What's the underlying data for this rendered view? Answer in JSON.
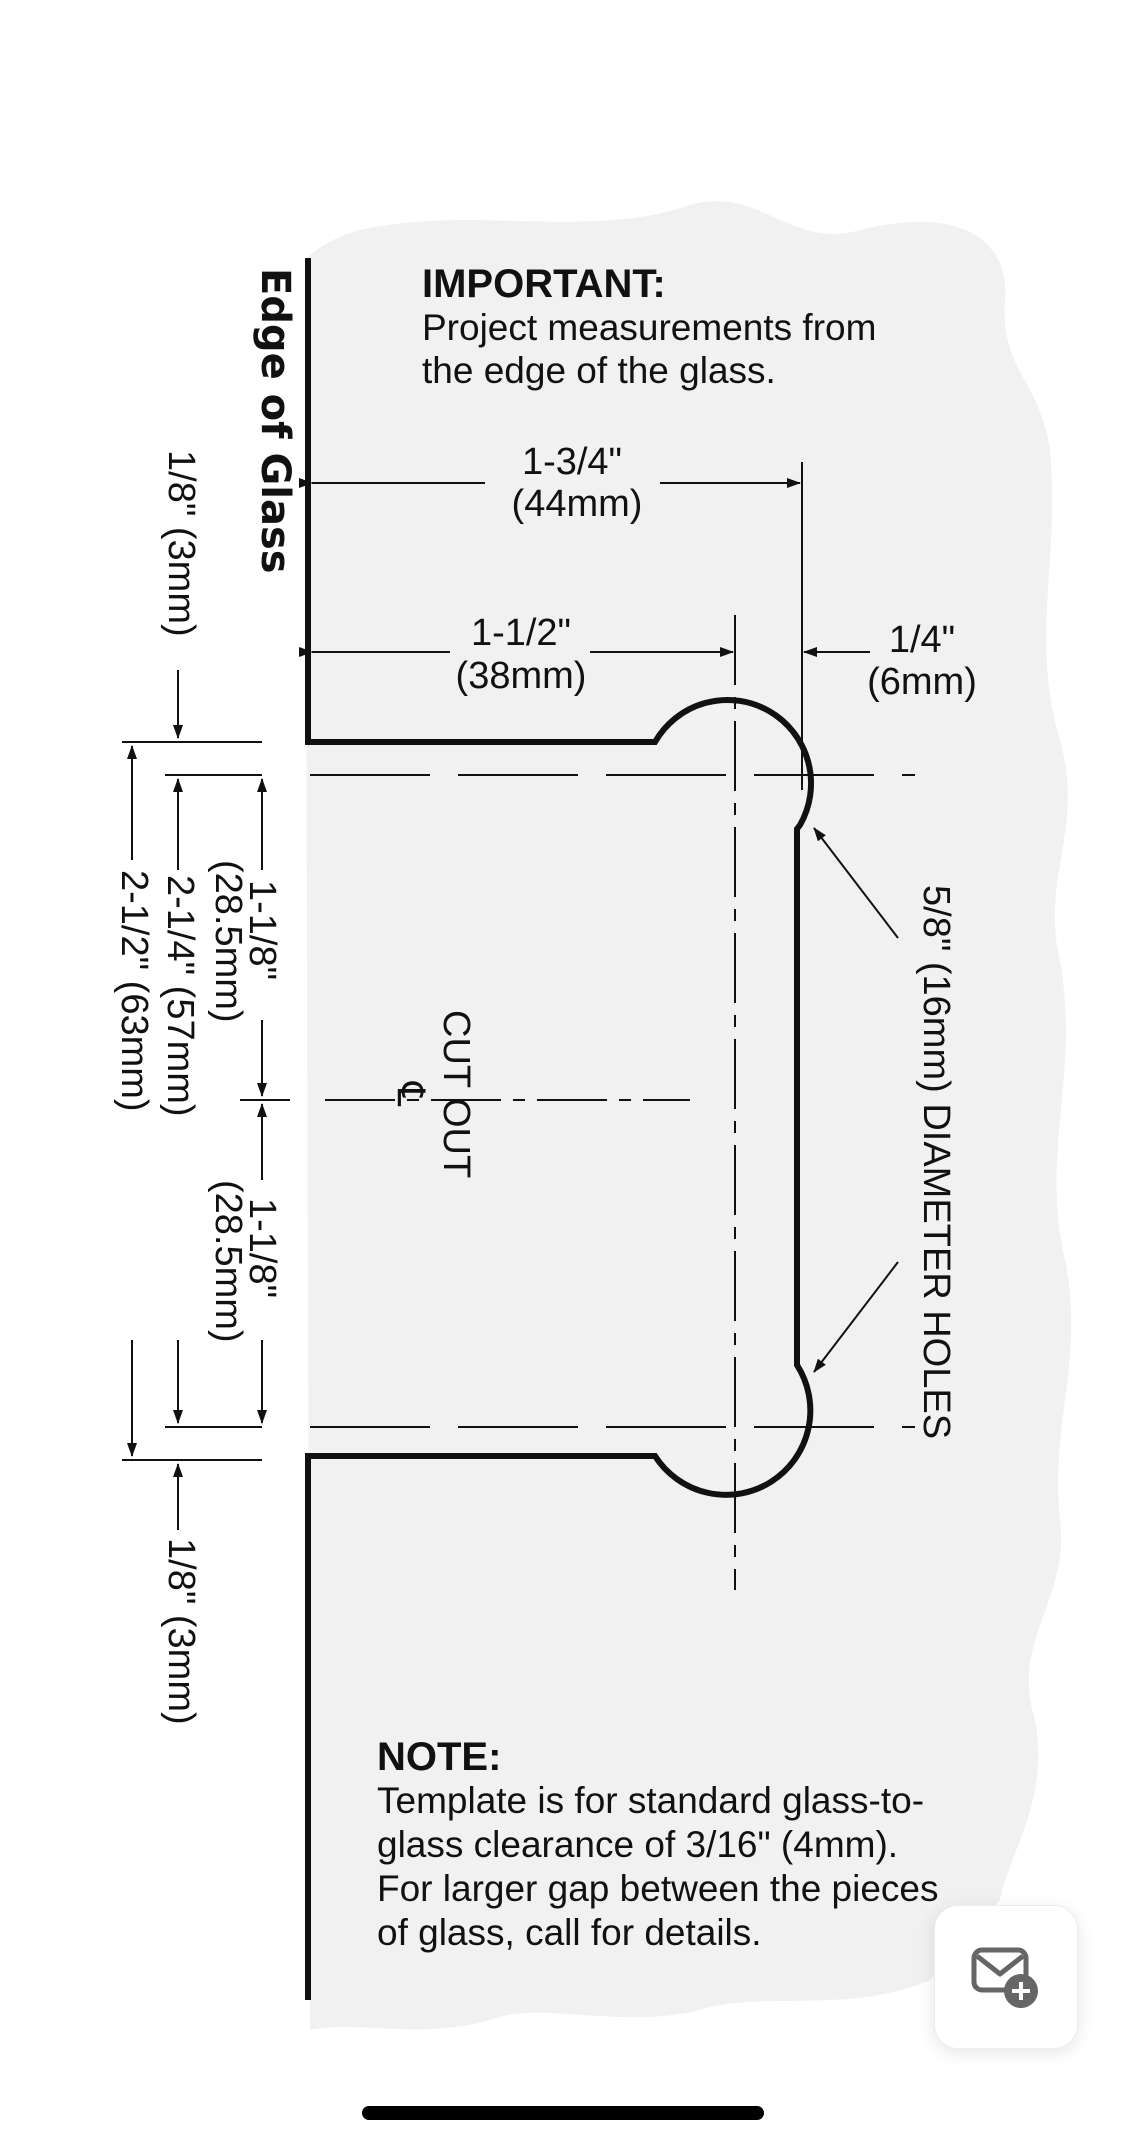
{
  "important": {
    "heading": "IMPORTANT:",
    "line1": "Project measurements from",
    "line2": "the edge of the glass."
  },
  "edge_label": "Edge of Glass",
  "dimensions": {
    "top_overall": {
      "inch": "1-3/4\"",
      "mm": "(44mm)"
    },
    "top_inner": {
      "inch": "1-1/2\"",
      "mm": "(38mm)"
    },
    "top_right": {
      "inch": "1/4\"",
      "mm": "(6mm)"
    },
    "left_top_offset": "1/8\" (3mm)",
    "left_bottom_offset": "1/8\" (3mm)",
    "half_upper": {
      "inch": "1-1/8\"",
      "mm": "(28.5mm)"
    },
    "half_lower": {
      "inch": "1-1/8\"",
      "mm": "(28.5mm)"
    },
    "middle_span": "2-1/4\" (57mm)",
    "outer_span": "2-1/2\" (63mm)",
    "holes": "5/8\" (16mm) DIAMETER HOLES",
    "cutout": "CUT OUT",
    "centerline_symbol": "℄"
  },
  "note": {
    "heading": "NOTE:",
    "line1": "Template is for standard glass-to-",
    "line2": "glass clearance of 3/16\" (4mm).",
    "line3": "For larger gap between the pieces",
    "line4": "of glass, call for details."
  },
  "icons": {
    "compose": "mail-add-icon"
  },
  "colors": {
    "background_shape": "#f1f1f1",
    "ink": "#111111"
  }
}
